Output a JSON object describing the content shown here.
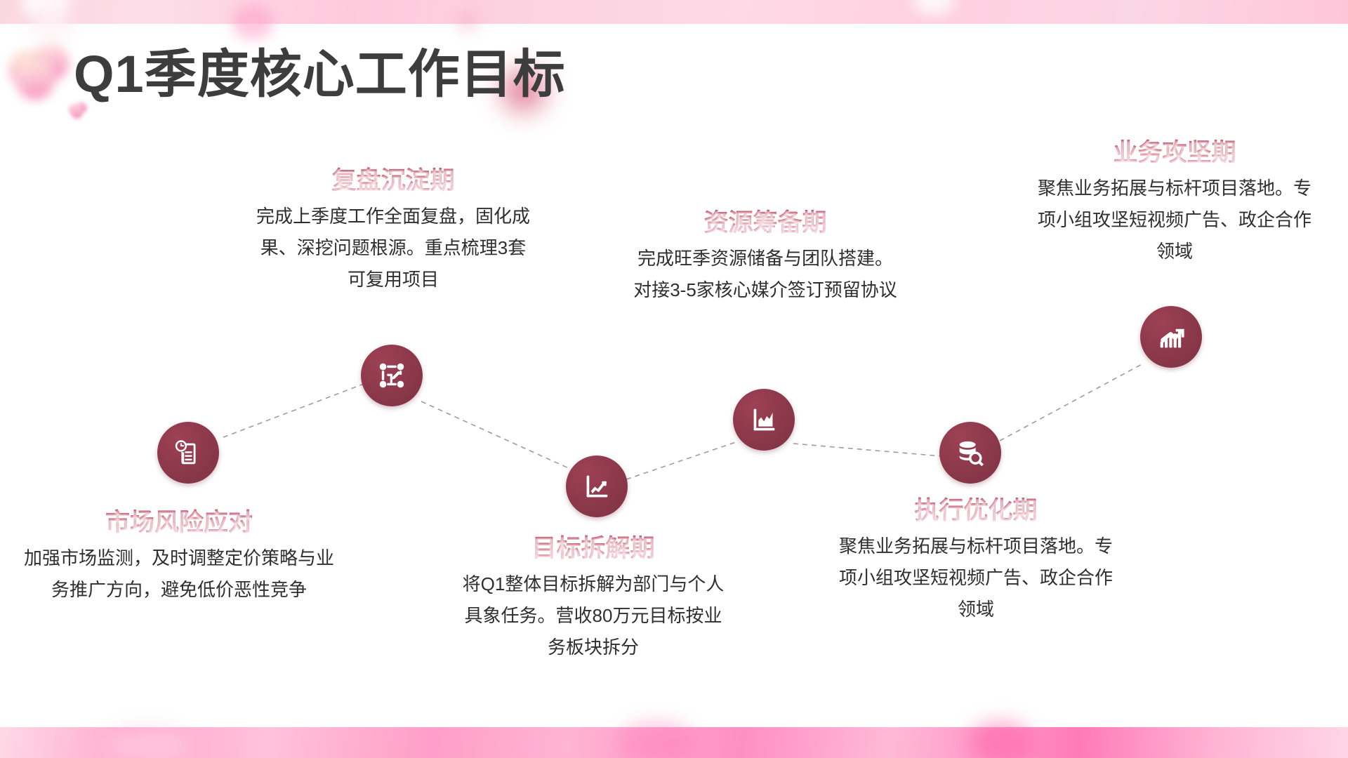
{
  "slide": {
    "title": "Q1季度核心工作目标",
    "accent_color": "#8e3a4c",
    "title_color": "#3d3d3d",
    "heading_gradient_from": "#b8415c",
    "heading_gradient_to": "#e6a3b4",
    "background": "#ffffff",
    "band_pink": "#ffb4d4"
  },
  "stages": [
    {
      "title": "市场风险应对",
      "body": "加强市场监测，及时调整定价策略与业务推广方向，避免低价恶性竞争",
      "icon": "document-clock-icon"
    },
    {
      "title": "复盘沉淀期",
      "body": "完成上季度工作全面复盘，固化成果、深挖问题根源。重点梳理3套可复用项目",
      "icon": "transform-edit-icon"
    },
    {
      "title": "目标拆解期",
      "body": "将Q1整体目标拆解为部门与个人具象任务。营收80万元目标按业务板块拆分",
      "icon": "line-chart-icon"
    },
    {
      "title": "资源筹备期",
      "body": "完成旺季资源储备与团队搭建。对接3-5家核心媒介签订预留协议",
      "icon": "area-chart-icon"
    },
    {
      "title": "执行优化期",
      "body": "聚焦业务拓展与标杆项目落地。专项小组攻坚短视频广告、政企合作领域",
      "icon": "database-search-icon"
    },
    {
      "title": "业务攻坚期",
      "body": "聚焦业务拓展与标杆项目落地。专项小组攻坚短视频广告、政企合作领域",
      "icon": "growth-arrow-icon"
    }
  ]
}
